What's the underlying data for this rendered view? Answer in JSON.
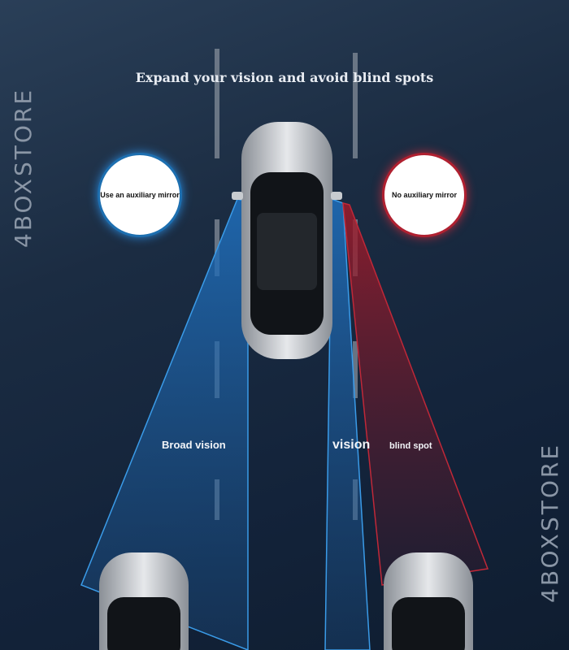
{
  "title": "Expand your vision and avoid blind spots",
  "with_mirror_label": "Use an auxiliary mirror",
  "without_mirror_label": "No auxiliary mirror",
  "broad_vision": "Broad vision",
  "vision": "vision",
  "blind_spot": "blind spot",
  "watermark": "4BOXSTORE",
  "colors": {
    "blue": "#1d6fb0",
    "red": "#b02030",
    "background": "#16263c"
  }
}
